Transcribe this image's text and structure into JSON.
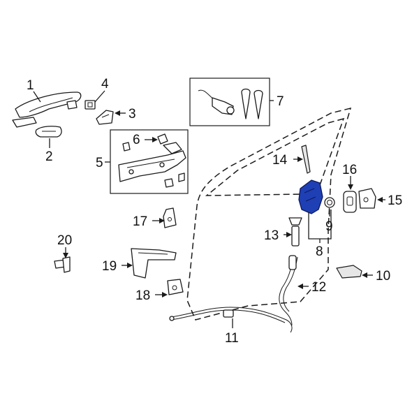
{
  "diagram": {
    "callouts": [
      {
        "id": "1",
        "label": "1"
      },
      {
        "id": "2",
        "label": "2"
      },
      {
        "id": "3",
        "label": "3"
      },
      {
        "id": "4",
        "label": "4"
      },
      {
        "id": "5",
        "label": "5"
      },
      {
        "id": "6",
        "label": "6"
      },
      {
        "id": "7",
        "label": "7"
      },
      {
        "id": "8",
        "label": "8"
      },
      {
        "id": "9",
        "label": "9"
      },
      {
        "id": "10",
        "label": "10"
      },
      {
        "id": "11",
        "label": "11"
      },
      {
        "id": "12",
        "label": "12"
      },
      {
        "id": "13",
        "label": "13"
      },
      {
        "id": "14",
        "label": "14"
      },
      {
        "id": "15",
        "label": "15"
      },
      {
        "id": "16",
        "label": "16"
      },
      {
        "id": "17",
        "label": "17"
      },
      {
        "id": "18",
        "label": "18"
      },
      {
        "id": "19",
        "label": "19"
      },
      {
        "id": "20",
        "label": "20"
      }
    ],
    "colors": {
      "highlight": "#1f3fb5",
      "line": "#1a1a1a",
      "background": "#ffffff"
    }
  }
}
